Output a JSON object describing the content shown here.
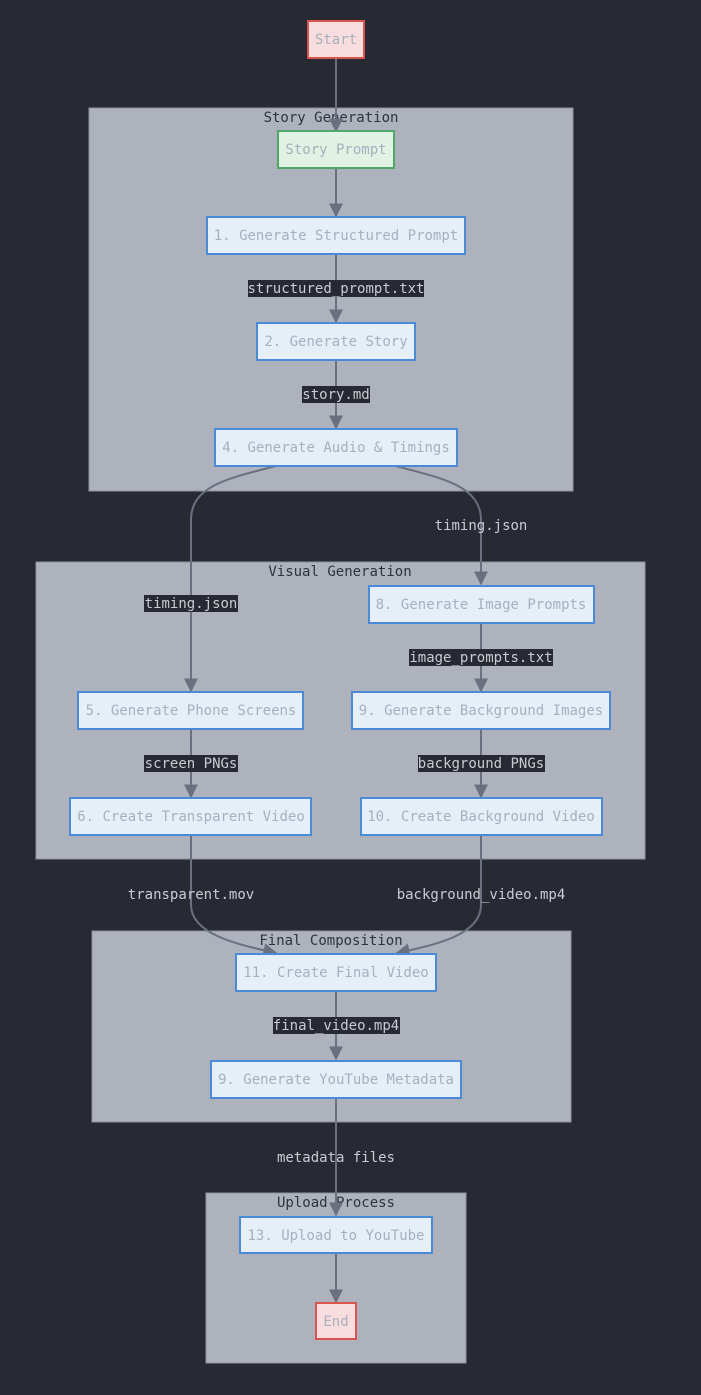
{
  "clusters": {
    "story_generation": {
      "title": "Story Generation"
    },
    "visual_generation": {
      "title": "Visual Generation"
    },
    "final_composition": {
      "title": "Final Composition"
    },
    "upload_process": {
      "title": "Upload Process"
    }
  },
  "nodes": {
    "start": {
      "label": "Start"
    },
    "story_prompt": {
      "label": "Story Prompt"
    },
    "gen_structured_prompt": {
      "label": "1. Generate Structured Prompt"
    },
    "gen_story": {
      "label": "2. Generate Story"
    },
    "gen_audio": {
      "label": "4. Generate Audio & Timings"
    },
    "gen_image_prompts": {
      "label": "8. Generate Image Prompts"
    },
    "gen_phone_screens": {
      "label": "5. Generate Phone Screens"
    },
    "gen_bg_images": {
      "label": "9. Generate Background Images"
    },
    "create_transparent": {
      "label": "6. Create Transparent Video"
    },
    "create_bg_video": {
      "label": "10. Create Background Video"
    },
    "create_final": {
      "label": "11. Create Final Video"
    },
    "gen_metadata": {
      "label": "9. Generate YouTube Metadata"
    },
    "upload": {
      "label": "13. Upload to YouTube"
    },
    "end": {
      "label": "End"
    }
  },
  "edges": {
    "structured_prompt": {
      "label": "structured_prompt.txt"
    },
    "story_md": {
      "label": "story.md"
    },
    "timing_right": {
      "label": "timing.json"
    },
    "timing_left": {
      "label": "timing.json"
    },
    "image_prompts": {
      "label": "image_prompts.txt"
    },
    "screen_pngs": {
      "label": "screen PNGs"
    },
    "background_pngs": {
      "label": "background PNGs"
    },
    "transparent_mov": {
      "label": "transparent.mov"
    },
    "background_video": {
      "label": "background_video.mp4"
    },
    "final_video": {
      "label": "final_video.mp4"
    },
    "metadata_files": {
      "label": "metadata files"
    }
  }
}
